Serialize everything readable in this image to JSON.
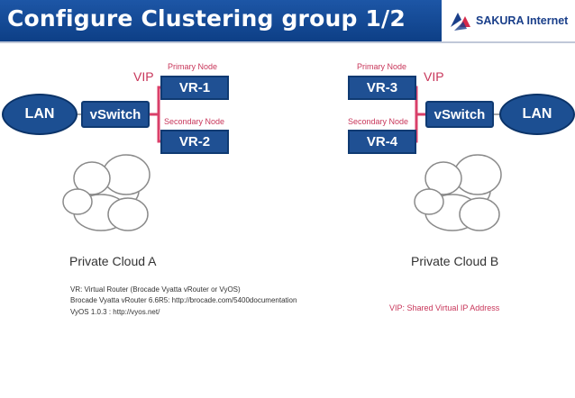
{
  "header": {
    "title": "Configure Clustering group 1/2",
    "logo_text": "SAKURA Internet",
    "background_color": "#0d3f86"
  },
  "left": {
    "lan_label": "LAN",
    "vswitch_label": "vSwitch",
    "vip_label": "VIP",
    "primary_label": "Primary Node",
    "secondary_label": "Secondary Node",
    "vr_top": "VR-1",
    "vr_bottom": "VR-2",
    "cloud_label": "Private Cloud A"
  },
  "right": {
    "lan_label": "LAN",
    "vswitch_label": "vSwitch",
    "vip_label": "VIP",
    "primary_label": "Primary Node",
    "secondary_label": "Secondary Node",
    "vr_top": "VR-3",
    "vr_bottom": "VR-4",
    "cloud_label": "Private Cloud B"
  },
  "notes": [
    "VR: Virtual Router (Brocade Vyatta vRouter or VyOS)",
    "Brocade Vyatta vRouter 6.6R5: http://brocade.com/5400documentation",
    "VyOS 1.0.3 : http://vyos.net/"
  ],
  "vip_note": "VIP: Shared Virtual IP Address",
  "colors": {
    "accent": "#c8365a",
    "box_fill": "#1f5093",
    "arrow": "#d9406a"
  }
}
